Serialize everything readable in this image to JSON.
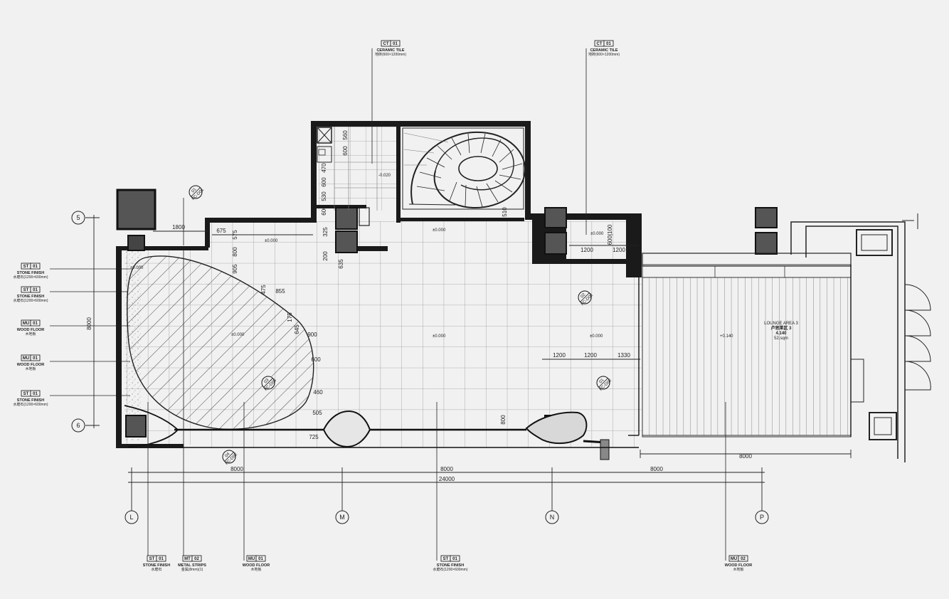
{
  "grid": {
    "columns": [
      "L",
      "M",
      "N",
      "P"
    ],
    "rows": [
      "5",
      "6"
    ],
    "dim_row": "8000"
  },
  "dims": {
    "bay_1": "8000",
    "bay_2": "8000",
    "bay_3": "8000",
    "overall": "24000",
    "lounge_width": "8000",
    "left_top_1800": "1800",
    "d675": "675",
    "d575": "575",
    "d800": "800",
    "d905": "905",
    "d475": "475",
    "d855": "855",
    "d175": "175",
    "d645": "645",
    "d900": "900",
    "d600": "600",
    "d460": "460",
    "d505": "505",
    "d725": "725",
    "d800b": "800",
    "d200": "200",
    "d635": "635",
    "d325": "325",
    "stair_470": "470",
    "stair_600": "600",
    "stair_530": "530",
    "stair_600b": "600",
    "stair_600c": "600",
    "stair_560": "560",
    "d510": "510",
    "d1200a": "1200",
    "d1200b": "1200",
    "d1330": "1330",
    "d1200c": "1200",
    "d1200d": "1200",
    "d600_100": "600|100"
  },
  "levels": {
    "l_main_1": "±0.000",
    "l_main_2": "±0.000",
    "l_main_3": "±0.000",
    "l_main_4": "±0.000",
    "l_main_5": "±0.000",
    "l_main_6": "±0.000",
    "l_main_7": "±0.000",
    "l_bath": "-0.020",
    "l_lounge": "+0.140"
  },
  "lounge": {
    "line1": "LOUNGE AREA 3",
    "line2": "卢思莱区 3",
    "line3": "4.140",
    "line4": "52.sqm"
  },
  "section_marks": {
    "m1_num": "01",
    "m1_ref": "FC-D01",
    "m2_num": "02",
    "m2_ref": "FC-D02",
    "m3_num": "03",
    "m3_ref": "FC-D03",
    "m4_num": "01",
    "m4_ref": "FC-D02",
    "m5_num": "04",
    "m5_ref": "FC-D02"
  },
  "tags": {
    "ct_top_1": {
      "code": "CT",
      "num": "01",
      "name": "CERAMIC TILE",
      "sub": "地砖(600×1200mm)"
    },
    "ct_top_2": {
      "code": "CT",
      "num": "01",
      "name": "CERAMIC TILE",
      "sub": "地砖(600×1200mm)"
    },
    "left_1": {
      "code": "ST",
      "num": "01",
      "name": "STONE FINISH",
      "sub": "水磨石(1200×600mm)"
    },
    "left_2": {
      "code": "ST",
      "num": "01",
      "name": "STONE FINISH",
      "sub": "水磨石(1200×600mm)"
    },
    "left_3": {
      "code": "MU",
      "num": "01",
      "name": "WOOD FLOOR",
      "sub": "木地板"
    },
    "left_4": {
      "code": "MU",
      "num": "01",
      "name": "WOOD FLOOR",
      "sub": "木地板"
    },
    "left_5": {
      "code": "ST",
      "num": "01",
      "name": "STONE FINISH",
      "sub": "水磨石(1200×600mm)"
    },
    "bot_1": {
      "code": "ST",
      "num": "01",
      "name": "STONE FINISH",
      "sub": "水磨石"
    },
    "bot_2": {
      "code": "MT",
      "num": "02",
      "name": "METAL STRIPS",
      "sub": "金属(8mm)(1)"
    },
    "bot_3": {
      "code": "MU",
      "num": "01",
      "name": "WOOD FLOOR",
      "sub": "木地板"
    },
    "bot_4": {
      "code": "ST",
      "num": "01",
      "name": "STONE FINISH",
      "sub": "水磨石(1200×600mm)"
    },
    "bot_5": {
      "code": "MU",
      "num": "02",
      "name": "WOOD FLOOR",
      "sub": "木地板"
    }
  }
}
